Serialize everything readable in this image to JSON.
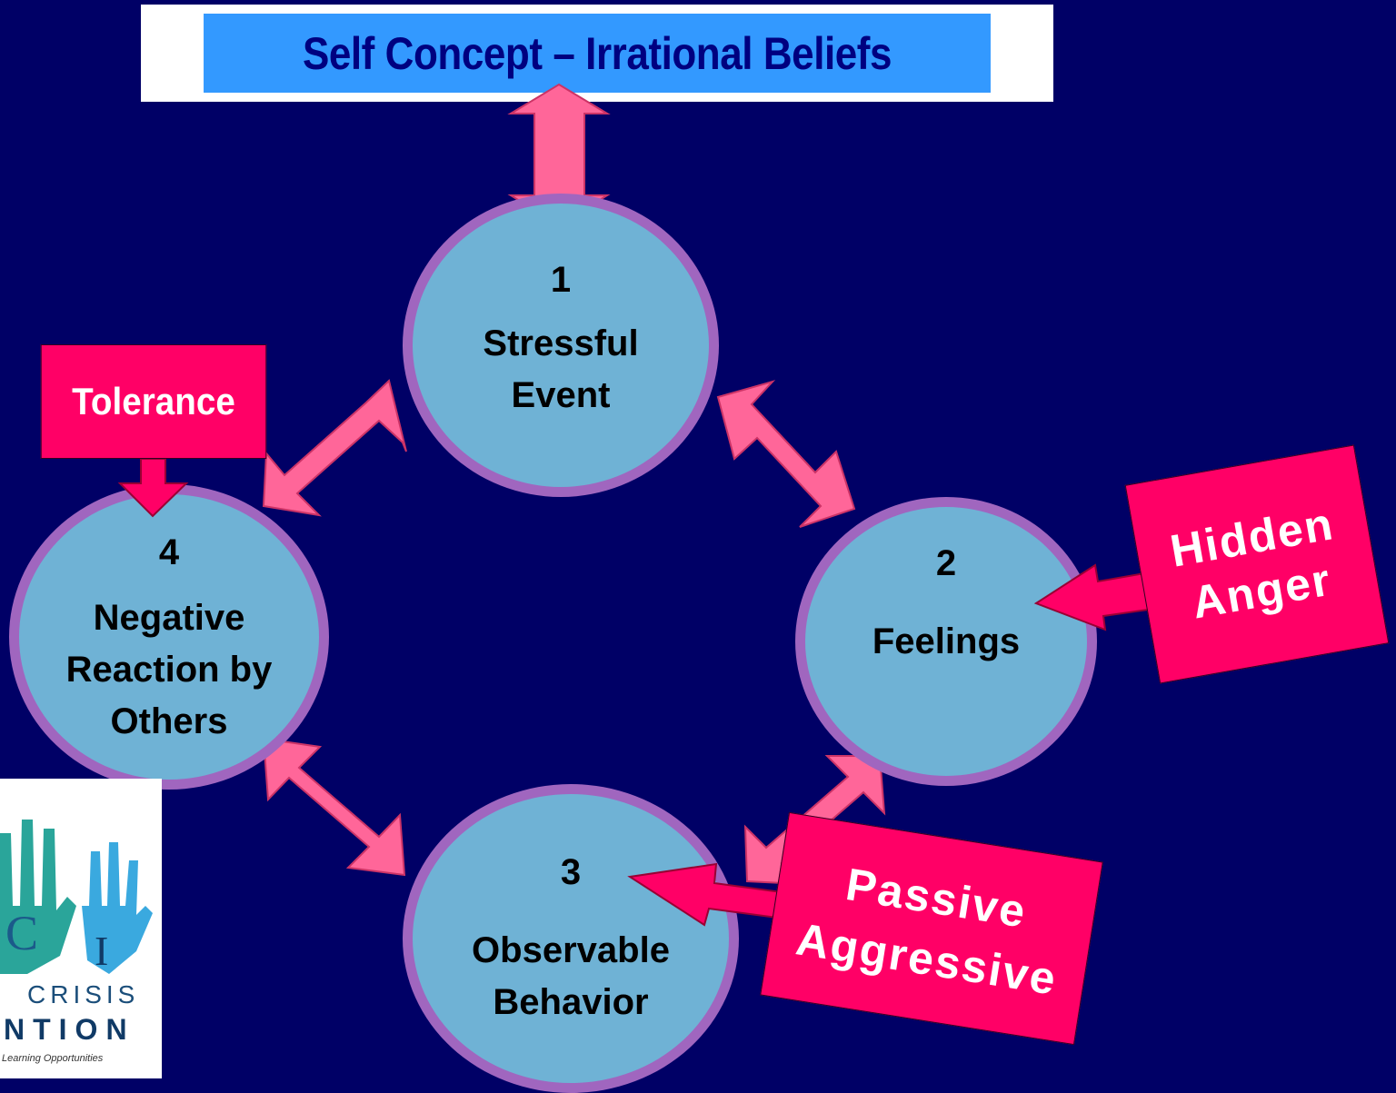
{
  "title": "Self Concept – Irrational Beliefs",
  "nodes": [
    {
      "num": "1",
      "label": "Stressful\nEvent"
    },
    {
      "num": "2",
      "label": "Feelings"
    },
    {
      "num": "3",
      "label": "Observable\nBehavior"
    },
    {
      "num": "4",
      "label": "Negative\nReaction by\nOthers"
    }
  ],
  "tags": {
    "tolerance": "Tolerance",
    "hidden_anger": "Hidden\nAnger",
    "passive_aggressive": "Passive\nAggressive"
  },
  "logo": {
    "letters": [
      "C",
      "I"
    ],
    "crisis": "CRISIS",
    "ntion": "NTION",
    "tagline": "Learning Opportunities"
  },
  "colors": {
    "background": "#000066",
    "arrow": "#ff6699",
    "node_fill": "#6fb2d5",
    "node_border": "#a066bf",
    "tag": "#ff0066",
    "title_fill": "#3399ff",
    "title_text": "#000080"
  }
}
